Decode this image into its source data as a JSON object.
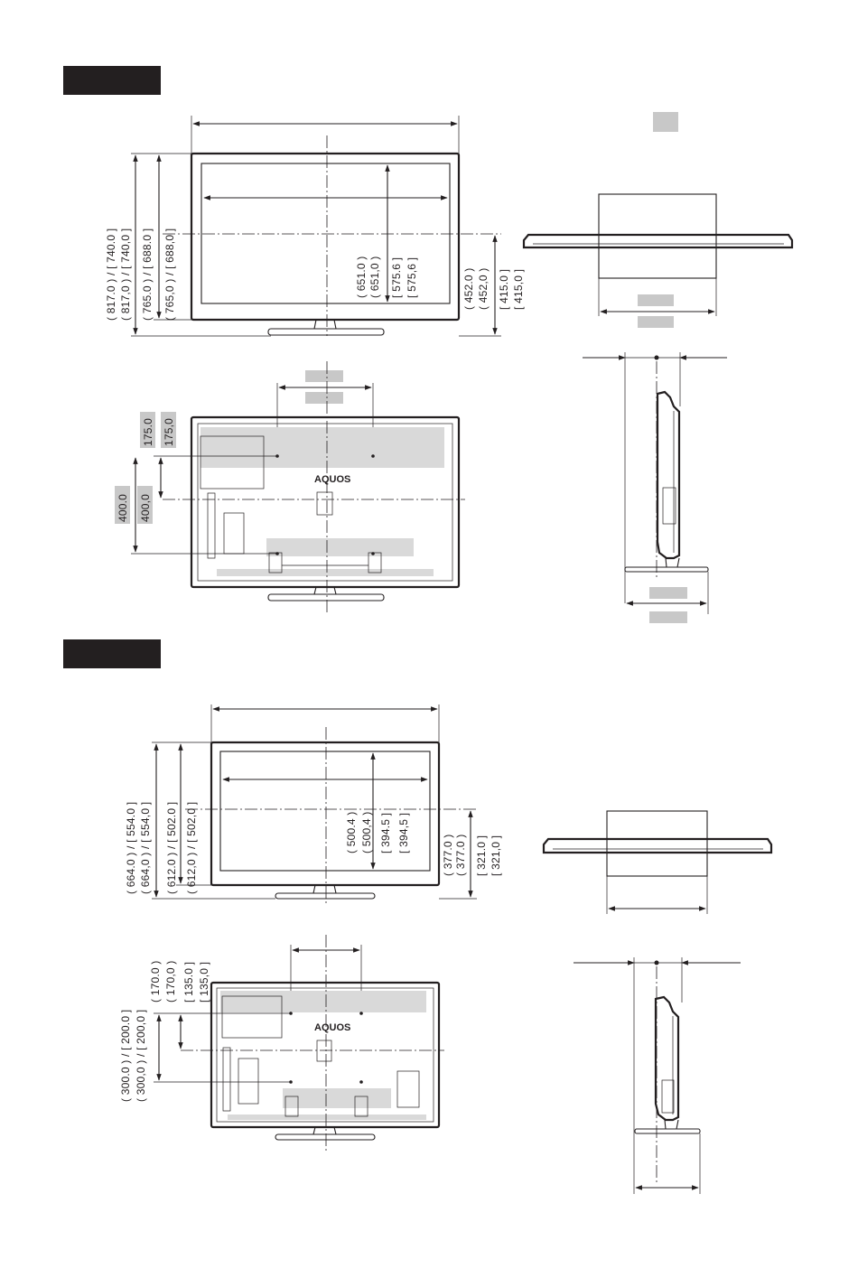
{
  "model_a": {
    "front_heights": {
      "total_a": "( 817.0 ) / [ 740.0 ]",
      "total_b": "( 817,0 ) / [ 740,0 ]",
      "body_a": "( 765.0 ) / [ 688.0 ]",
      "body_b": "( 765,0 ) / [ 688,0 ]",
      "screen_a": "( 651.0 )",
      "screen_b": "( 651,0 )",
      "screen_c": "[ 575.6 ]",
      "screen_d": "[ 575,6 ]",
      "center_a": "( 452.0 )",
      "center_b": "( 452,0 )",
      "center_c": "[ 415.0 ]",
      "center_d": "[ 415,0 ]"
    },
    "rear": {
      "v1_a": "175.0",
      "v1_b": "175,0",
      "v2_a": "400.0",
      "v2_b": "400,0"
    },
    "brand": "AQUOS"
  },
  "model_b": {
    "front_heights": {
      "total_a": "( 664.0 ) / [ 554.0 ]",
      "total_b": "( 664,0 ) / [ 554,0 ]",
      "body_a": "( 612.0 ) / [ 502.0 ]",
      "body_b": "( 612,0 ) / [ 502,0 ]",
      "screen_a": "( 500.4 )",
      "screen_b": "( 500,4 )",
      "screen_c": "[ 394.5 ]",
      "screen_d": "[ 394,5 ]",
      "center_a": "( 377.0 )",
      "center_b": "( 377.0 )",
      "center_c": "[ 321.0 ]",
      "center_d": "[ 321,0 ]"
    },
    "rear": {
      "a1": "( 170.0 )",
      "a2": "( 170,0 )",
      "b1": "[ 135.0 ]",
      "b2": "[ 135,0 ]",
      "c1": "( 300.0 ) / [ 200.0 ]",
      "c2": "( 300,0 ) / [ 200,0 ]"
    },
    "brand": "AQUOS"
  },
  "colors": {
    "line": "#231f20",
    "label_block": "#231f20",
    "grey_tag": "#c8c8c8"
  }
}
